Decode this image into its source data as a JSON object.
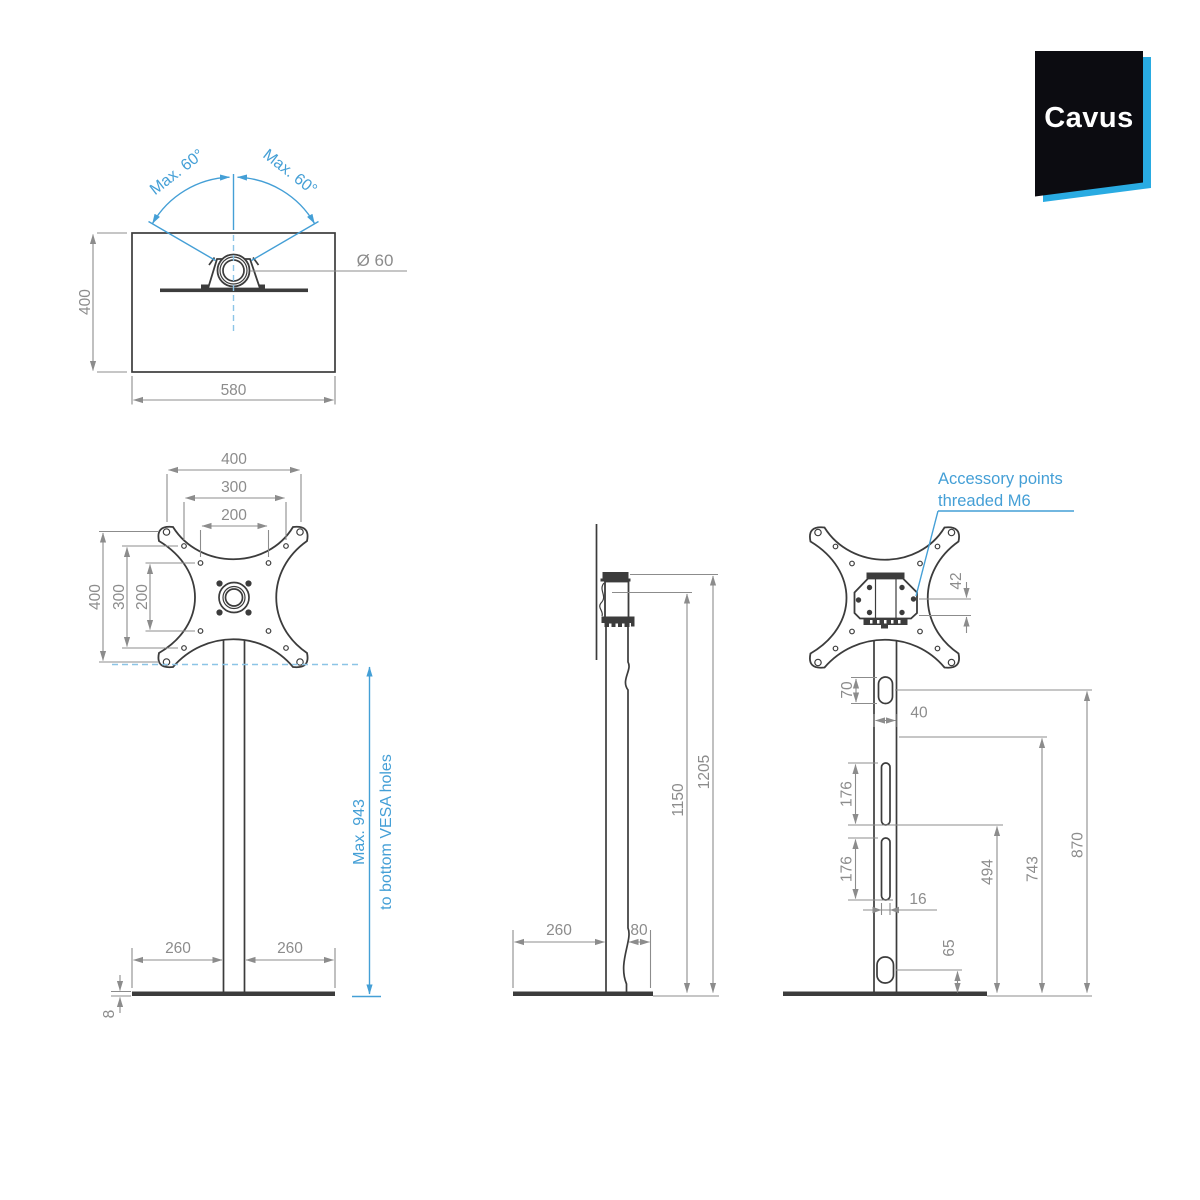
{
  "brand": {
    "name": "Cavus"
  },
  "colors": {
    "line_dark": "#3c3c3c",
    "dim_gray": "#8c8c8c",
    "accent_blue": "#449fd6",
    "dash_blue": "#8cc4e6",
    "logo_blue": "#29abe2",
    "logo_black": "#0c0c11"
  },
  "views": {
    "top_view": {
      "dims": {
        "height_400": "400",
        "width_580": "580",
        "tube_diameter": "Ø 60",
        "swivel_left": "Max. 60°",
        "swivel_right": "Max. 60°"
      }
    },
    "front_view": {
      "dims": {
        "vesa_w400": "400",
        "vesa_w300": "300",
        "vesa_w200": "200",
        "vesa_h400": "400",
        "vesa_h300": "300",
        "vesa_h200": "200",
        "base_left_260": "260",
        "base_right_260": "260",
        "base_thickness_8": "8",
        "max_height": "Max. 943",
        "max_height_note": "to bottom VESA holes"
      }
    },
    "side_view": {
      "dims": {
        "base_depth_260": "260",
        "column_offset_80": "80",
        "height_1150": "1150",
        "height_1205": "1205"
      }
    },
    "back_view": {
      "annotation": {
        "line1": "Accessory points",
        "line2": "threaded M6"
      },
      "dims": {
        "accessory_spacing_42": "42",
        "top_hole_70": "70",
        "hole_offset_40": "40",
        "slot_upper_176": "176",
        "slot_lower_176": "176",
        "slot_width_16": "16",
        "height_494": "494",
        "height_743": "743",
        "height_870": "870",
        "bottom_hole_65": "65"
      }
    }
  }
}
